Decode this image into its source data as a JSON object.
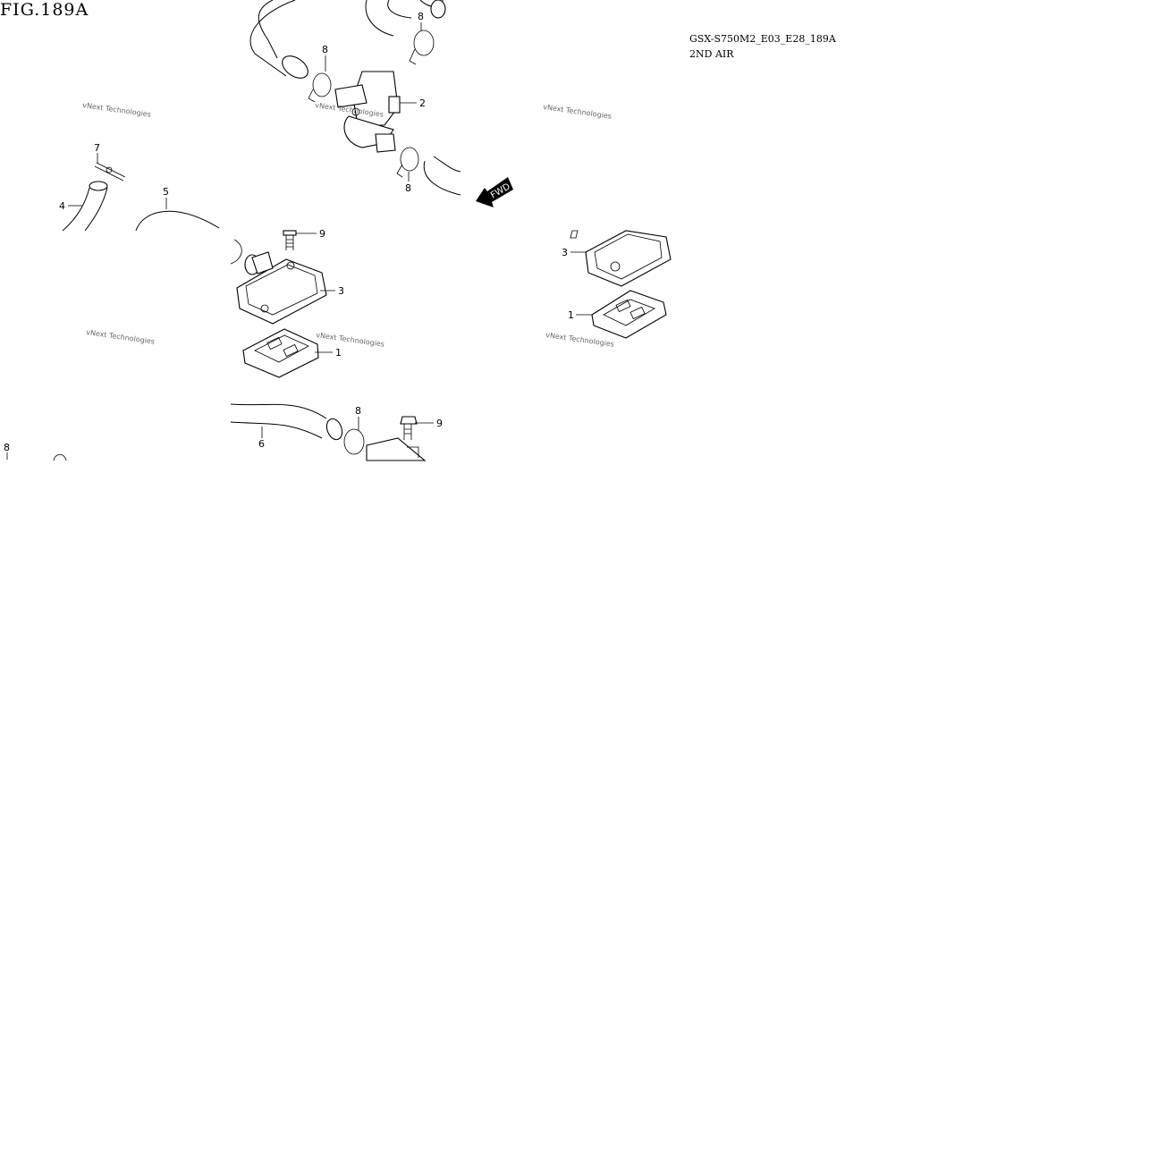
{
  "header": {
    "figure_title": "FIG.189A",
    "model_code": "GSX-S750M2_E03_E28_189A",
    "section_name": "2ND AIR"
  },
  "diagram": {
    "fwd_label": "FWD",
    "watermark_text": "vNext Technologies",
    "callouts": [
      "8",
      "8",
      "2",
      "8",
      "7",
      "4",
      "5",
      "9",
      "3",
      "1",
      "3",
      "1",
      "8",
      "9",
      "6",
      "8"
    ],
    "colors": {
      "line": "#000000",
      "background": "#ffffff",
      "watermark": "#666666"
    }
  }
}
